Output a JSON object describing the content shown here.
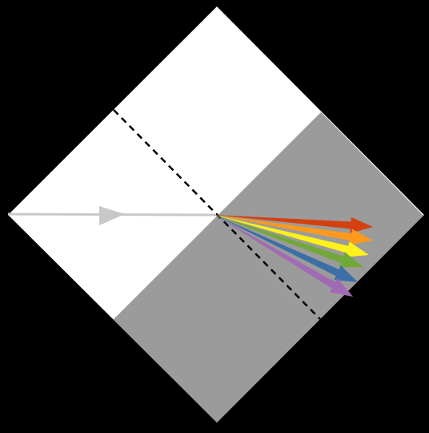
{
  "colors": {
    "background": "#000000",
    "upper_medium": "#ffffff",
    "lower_medium": "#9b9b9b",
    "incident_ray": "#c8c8c8",
    "normal_line": "#000000"
  },
  "rays": [
    {
      "name": "red",
      "color": "#d2410f"
    },
    {
      "name": "orange",
      "color": "#ff9a1c"
    },
    {
      "name": "yellow",
      "color": "#fff21a"
    },
    {
      "name": "green",
      "color": "#72a83a"
    },
    {
      "name": "blue",
      "color": "#3b6fa6"
    },
    {
      "name": "violet",
      "color": "#a06ab4"
    }
  ]
}
